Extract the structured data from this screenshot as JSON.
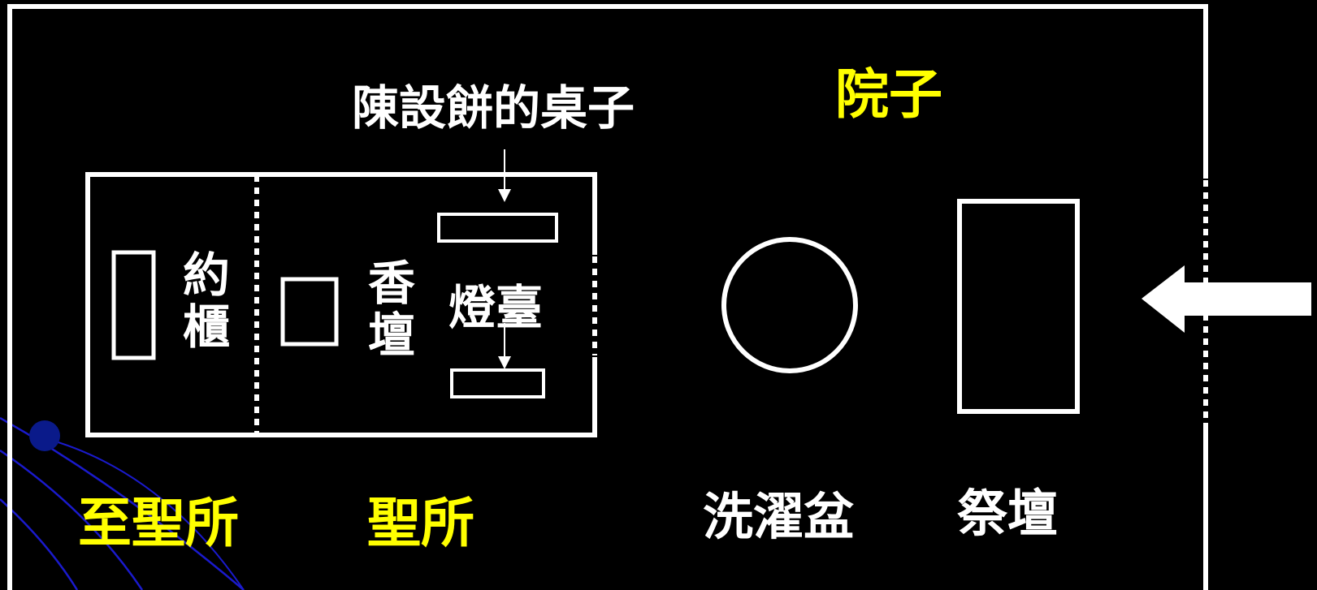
{
  "colors": {
    "background": "#000000",
    "lines": "#ffffff",
    "region_labels": "#ffff00",
    "furniture_labels": "#ffffff",
    "decoration": "#1a1acc"
  },
  "labels": {
    "table_of_showbread": "陳設餅的桌子",
    "courtyard": "院子",
    "ark_of_covenant": "約櫃",
    "incense_altar": "香壇",
    "lampstand": "燈臺",
    "most_holy_place": "至聖所",
    "holy_place": "聖所",
    "laver": "洗濯盆",
    "altar": "祭壇"
  },
  "icons": {
    "entrance_arrow": "left-arrow-icon"
  }
}
